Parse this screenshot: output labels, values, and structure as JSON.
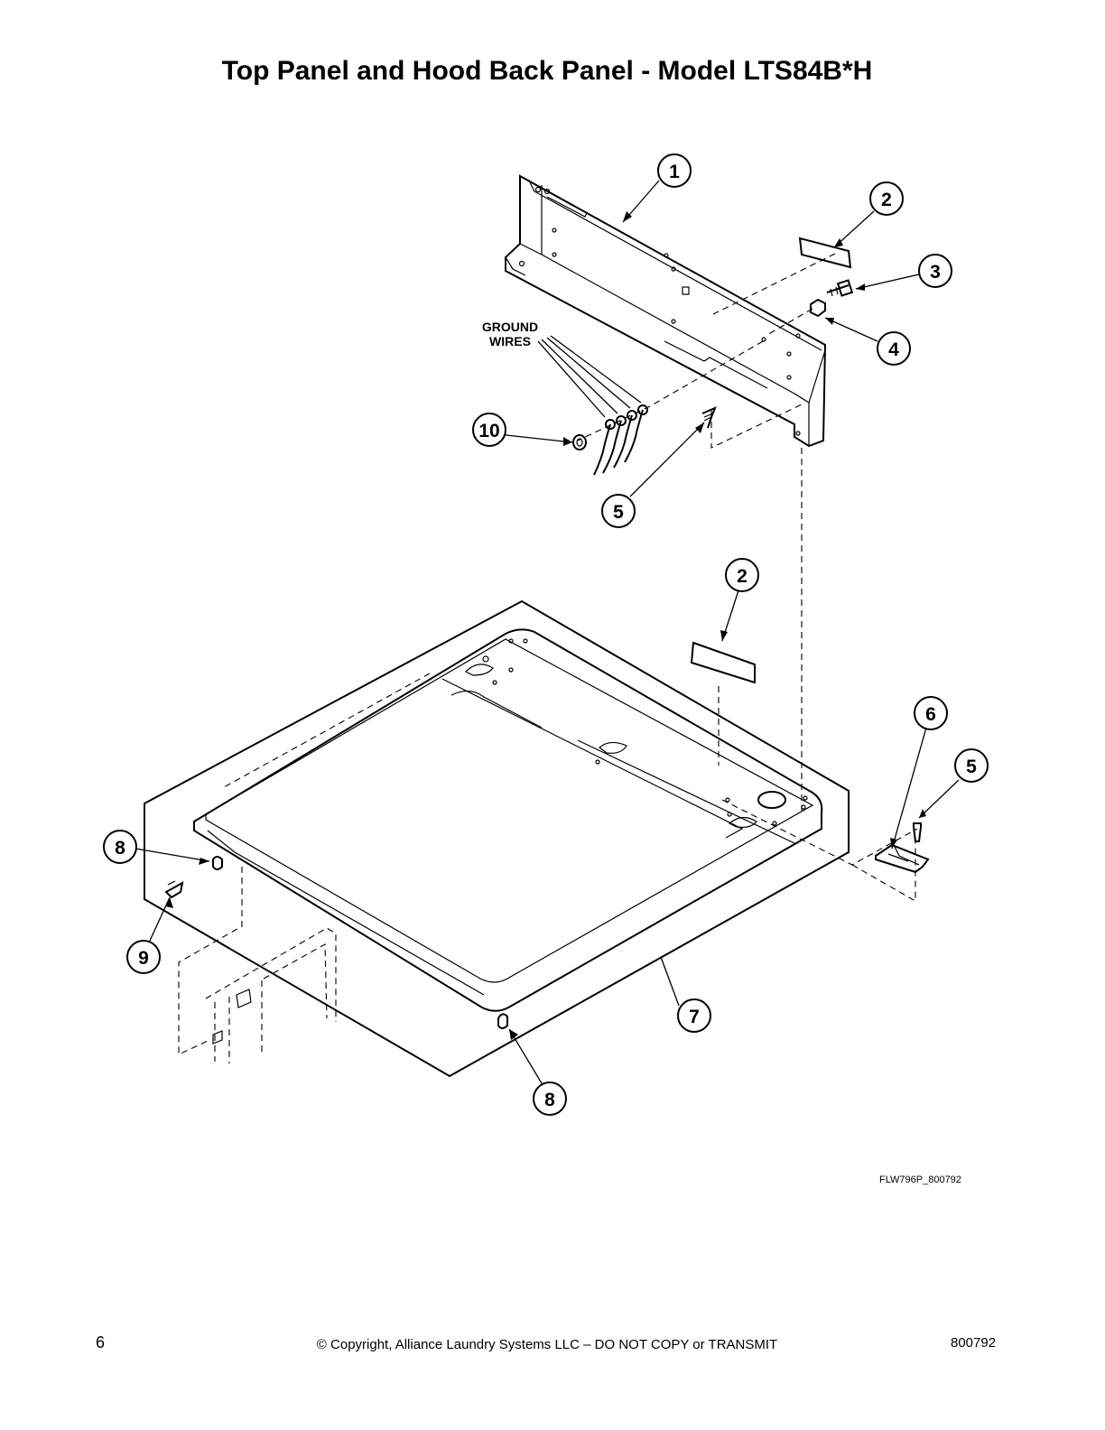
{
  "page": {
    "title": "Top Panel and Hood Back Panel - Model LTS84B*H",
    "page_number": "6",
    "copyright": "© Copyright, Alliance Laundry Systems LLC – DO NOT COPY or TRANSMIT",
    "doc_number": "800792"
  },
  "diagram": {
    "figure_id": "FLW796P_800792",
    "ground_wires_label_line1": "GROUND",
    "ground_wires_label_line2": "WIRES",
    "callouts": [
      "1",
      "2",
      "3",
      "4",
      "5",
      "10",
      "2",
      "6",
      "5",
      "8",
      "9",
      "7",
      "8"
    ]
  }
}
